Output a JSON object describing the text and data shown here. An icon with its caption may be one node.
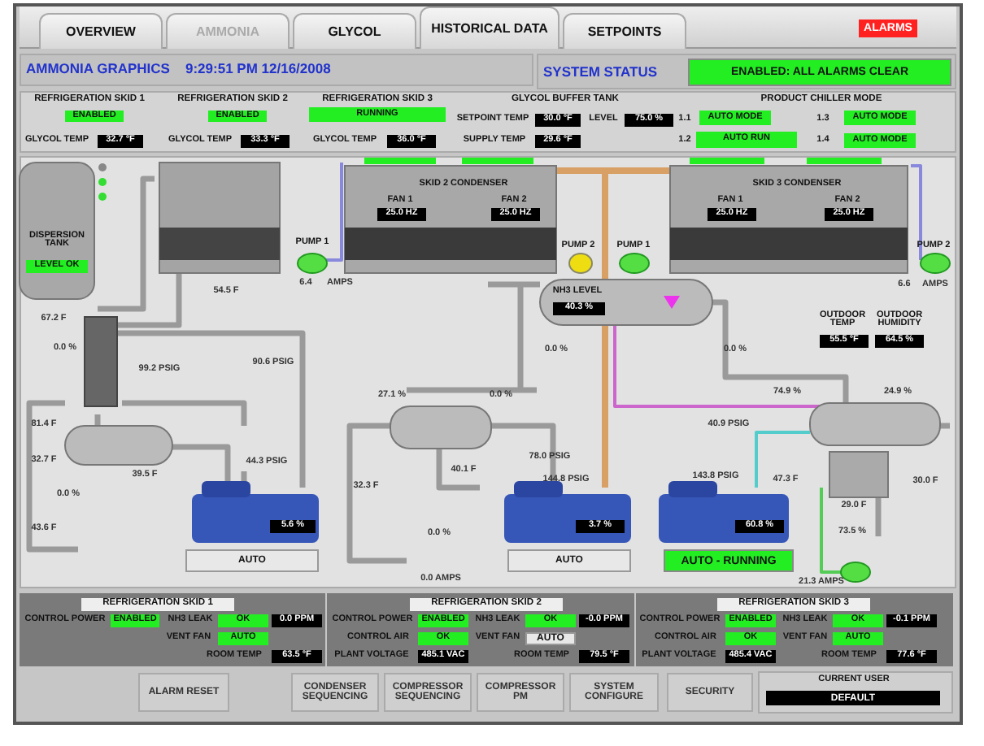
{
  "diagram": {
    "labels": [
      "OVERVIEW",
      "AMMONIA",
      "GLYCOL",
      "HISTORICAL DATA",
      "SETPOINTS",
      "ALARMS",
      "AMMONIA GRAPHICS",
      "9:29:51 PM 12/16/2008",
      "SYSTEM STATUS",
      "ENABLED: ALL ALARMS CLEAR",
      "REFRIGERATION SKID 1",
      "ENABLED",
      "GLYCOL TEMP",
      "32.7 °F",
      "REFRIGERATION SKID 2",
      "ENABLED",
      "GLYCOL TEMP",
      "33.3 °F",
      "REFRIGERATION SKID 3",
      "RUNNING",
      "GLYCOL TEMP",
      "36.0 °F",
      "GLYCOL BUFFER TANK",
      "SETPOINT TEMP",
      "30.0 °F",
      "LEVEL",
      "75.0 %",
      "SUPPLY TEMP",
      "29.6 °F",
      "PRODUCT CHILLER MODE",
      "1.1",
      "AUTO MODE",
      "1.3",
      "AUTO MODE",
      "1.2",
      "AUTO RUN",
      "1.4",
      "AUTO MODE",
      "DISPERSION TANK",
      "LEVEL OK",
      "SKID 2 CONDENSER",
      "FAN 1",
      "25.0 HZ",
      "FAN 2",
      "25.0 HZ",
      "SKID 3 CONDENSER",
      "FAN 1",
      "25.0 HZ",
      "FAN 2",
      "25.0 HZ",
      "PUMP 1",
      "6.4",
      "AMPS",
      "PUMP 2",
      "PUMP 1",
      "NH3 LEVEL",
      "40.3 %",
      "PUMP 2",
      "6.6",
      "AMPS",
      "OUTDOOR TEMP",
      "OUTDOOR HUMIDITY",
      "55.5 °F",
      "64.5 %",
      "54.5 F",
      "67.2 F",
      "0.0 %",
      "99.2 PSIG",
      "90.6 PSIG",
      "81.4 F",
      "32.7 F",
      "39.5 F",
      "44.3 PSIG",
      "0.0 %",
      "43.6 F",
      "5.6 %",
      "AUTO",
      "27.1 %",
      "0.0 %",
      "0.0 %",
      "0.0 %",
      "74.9 %",
      "24.9 %",
      "78.0 PSIG",
      "40.9 PSIG",
      "32.3 F",
      "40.1 F",
      "144.8 PSIG",
      "143.8 PSIG",
      "47.3 F",
      "29.0 F",
      "30.0 F",
      "0.0 %",
      "3.7 %",
      "60.8 %",
      "73.5 %",
      "AUTO",
      "AUTO - RUNNING",
      "0.0 AMPS",
      "21.3 AMPS",
      "REFRIGERATION SKID 1",
      "CONTROL POWER",
      "ENABLED",
      "NH3 LEAK",
      "OK",
      "0.0 PPM",
      "VENT FAN",
      "AUTO",
      "ROOM TEMP",
      "63.5 °F",
      "REFRIGERATION SKID 2",
      "CONTROL POWER",
      "ENABLED",
      "NH3 LEAK",
      "OK",
      "-0.0 PPM",
      "CONTROL AIR",
      "OK",
      "VENT FAN",
      "AUTO",
      "PLANT VOLTAGE",
      "485.1 VAC",
      "ROOM TEMP",
      "79.5 °F",
      "REFRIGERATION SKID 3",
      "CONTROL POWER",
      "ENABLED",
      "NH3 LEAK",
      "OK",
      "-0.1 PPM",
      "CONTROL AIR",
      "OK",
      "VENT FAN",
      "AUTO",
      "PLANT VOLTAGE",
      "485.4 VAC",
      "ROOM TEMP",
      "77.6 °F",
      "ALARM RESET",
      "CONDENSER SEQUENCING",
      "COMPRESSOR SEQUENCING",
      "COMPRESSOR PM",
      "SYSTEM CONFIGURE",
      "SECURITY",
      "CURRENT USER",
      "DEFAULT"
    ]
  }
}
